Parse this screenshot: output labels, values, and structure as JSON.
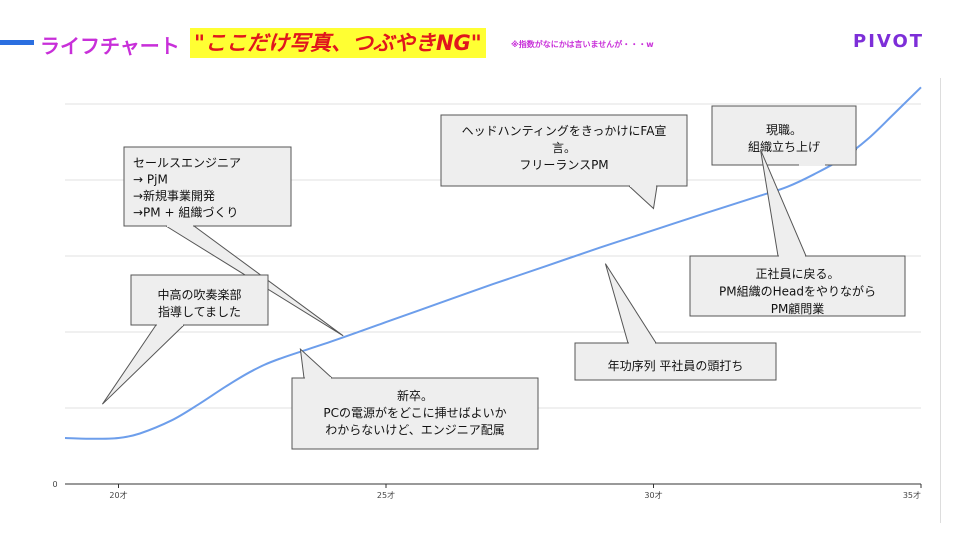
{
  "header": {
    "title": "ライフチャート",
    "highlight": "\"ここだけ写真、つぶやきNG\"",
    "note": "※指数がなにかは言いませんが・・・w",
    "logo": "PIVOT"
  },
  "colors": {
    "accent_bar": "#2b6fe0",
    "title": "#c82fd9",
    "highlight_bg": "#ffff33",
    "highlight_text": "#e0161d",
    "logo": "#7d2ed8",
    "line": "#6d9eeb",
    "callout_fill": "#eeeeee",
    "callout_stroke": "#555555"
  },
  "chart_data": {
    "type": "line",
    "xlim": [
      19,
      35
    ],
    "ylim": [
      0,
      100
    ],
    "grid": true,
    "x_ticks": [
      {
        "value": 20,
        "label": "20才"
      },
      {
        "value": 25,
        "label": "25才"
      },
      {
        "value": 30,
        "label": "30才"
      },
      {
        "value": 35,
        "label": "35才"
      }
    ],
    "y_ticks": [
      {
        "value": 0,
        "label": "0"
      }
    ],
    "series": [
      {
        "x": [
          19.0,
          19.5,
          20.0,
          20.4,
          21.0,
          21.5,
          22.0,
          22.5,
          23.0,
          24.0,
          25.0,
          26.0,
          27.0,
          28.0,
          29.0,
          30.0,
          31.0,
          32.0,
          32.5,
          33.0,
          33.5,
          34.0,
          34.5,
          35.0
        ],
        "y": [
          12.1,
          11.9,
          12.1,
          13.3,
          16.8,
          21.0,
          25.6,
          29.8,
          32.9,
          37.6,
          42.6,
          47.6,
          52.6,
          57.4,
          62.2,
          66.8,
          71.4,
          75.9,
          78.2,
          81.5,
          85.4,
          90.7,
          97.5,
          104.4
        ]
      }
    ],
    "annotations": [
      {
        "lines": [
          "セールスエンジニア",
          "→ PjM",
          "→新規事業開発",
          "→PM + 組織づくり"
        ],
        "align": "left",
        "point": [
          24.2,
          39.0
        ]
      },
      {
        "lines": [
          "中高の吹奏楽部",
          "指導してました"
        ],
        "align": "center",
        "point": [
          19.7,
          21.0
        ]
      },
      {
        "lines": [
          "新卒。",
          "PCの電源がをどこに挿せばよいか",
          "わからないけど、エンジニア配属"
        ],
        "align": "center",
        "point": [
          23.4,
          35.5
        ]
      },
      {
        "lines": [
          "ヘッドハンティングをきっかけにFA宣",
          "言。",
          "フリーランスPM"
        ],
        "align": "center",
        "point": [
          30.0,
          72.5
        ]
      },
      {
        "lines": [
          "現職。",
          "組織立ち上げ"
        ],
        "align": "center",
        "point": [
          33.8,
          88.0
        ]
      },
      {
        "lines": [
          "正社員に戻る。",
          "PM組織のHeadをやりながら",
          "PM顧問業"
        ],
        "align": "center",
        "point": [
          32.0,
          88.0
        ]
      },
      {
        "lines": [
          "年功序列 平社員の頭打ち"
        ],
        "align": "center",
        "point": [
          29.1,
          58.0
        ]
      }
    ]
  }
}
